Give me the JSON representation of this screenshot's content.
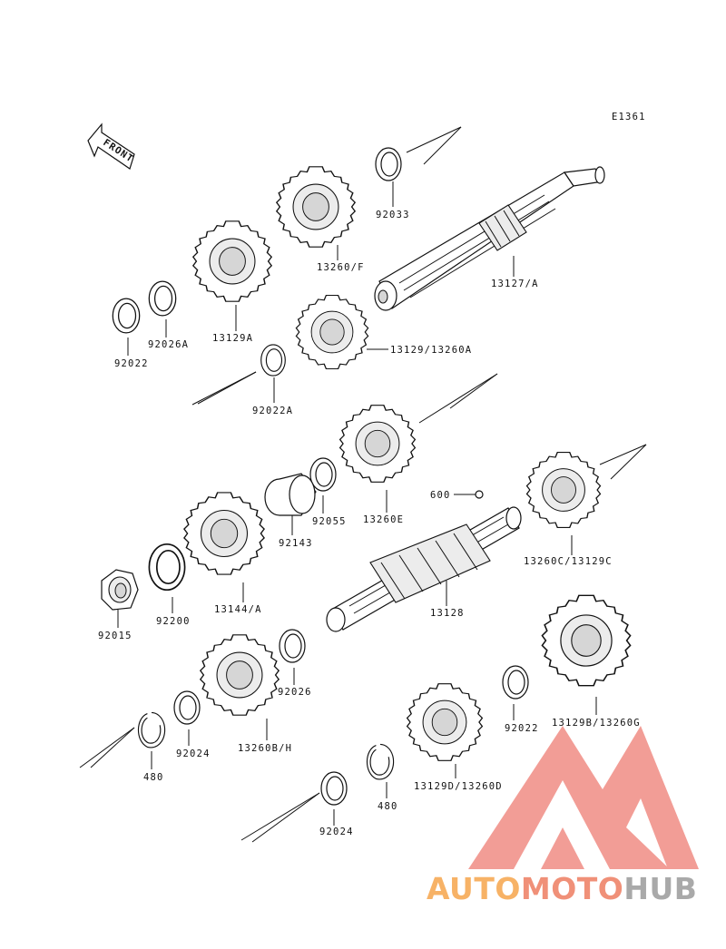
{
  "diagram": {
    "code": "E1361",
    "front_label": "FRONT",
    "parts": [
      {
        "id": "p1",
        "label": "92033"
      },
      {
        "id": "p2",
        "label": "13260/F"
      },
      {
        "id": "p3",
        "label": "13127/A"
      },
      {
        "id": "p4",
        "label": "92026A"
      },
      {
        "id": "p5",
        "label": "92022"
      },
      {
        "id": "p6",
        "label": "13129A"
      },
      {
        "id": "p7",
        "label": "13129/13260A"
      },
      {
        "id": "p8",
        "label": "92022A"
      },
      {
        "id": "p9",
        "label": "600"
      },
      {
        "id": "p10",
        "label": "92055"
      },
      {
        "id": "p11",
        "label": "13260E"
      },
      {
        "id": "p12",
        "label": "92143"
      },
      {
        "id": "p13",
        "label": "13260C/13129C"
      },
      {
        "id": "p14",
        "label": "13144/A"
      },
      {
        "id": "p15",
        "label": "92200"
      },
      {
        "id": "p16",
        "label": "13128"
      },
      {
        "id": "p17",
        "label": "92015"
      },
      {
        "id": "p18",
        "label": "92026"
      },
      {
        "id": "p19",
        "label": "13129B/13260G"
      },
      {
        "id": "p20",
        "label": "92022"
      },
      {
        "id": "p21",
        "label": "92024"
      },
      {
        "id": "p22",
        "label": "13260B/H"
      },
      {
        "id": "p23",
        "label": "480"
      },
      {
        "id": "p24",
        "label": "13129D/13260D"
      },
      {
        "id": "p25",
        "label": "480"
      },
      {
        "id": "p26",
        "label": "92024"
      }
    ]
  },
  "watermark": {
    "part1": "AUTO",
    "part2": "MOTO",
    "part3": "HUB",
    "colors": {
      "auto": "#f7b266",
      "moto": "#f09078",
      "hub": "#a9a9a9",
      "logo": "#f08c84"
    }
  }
}
